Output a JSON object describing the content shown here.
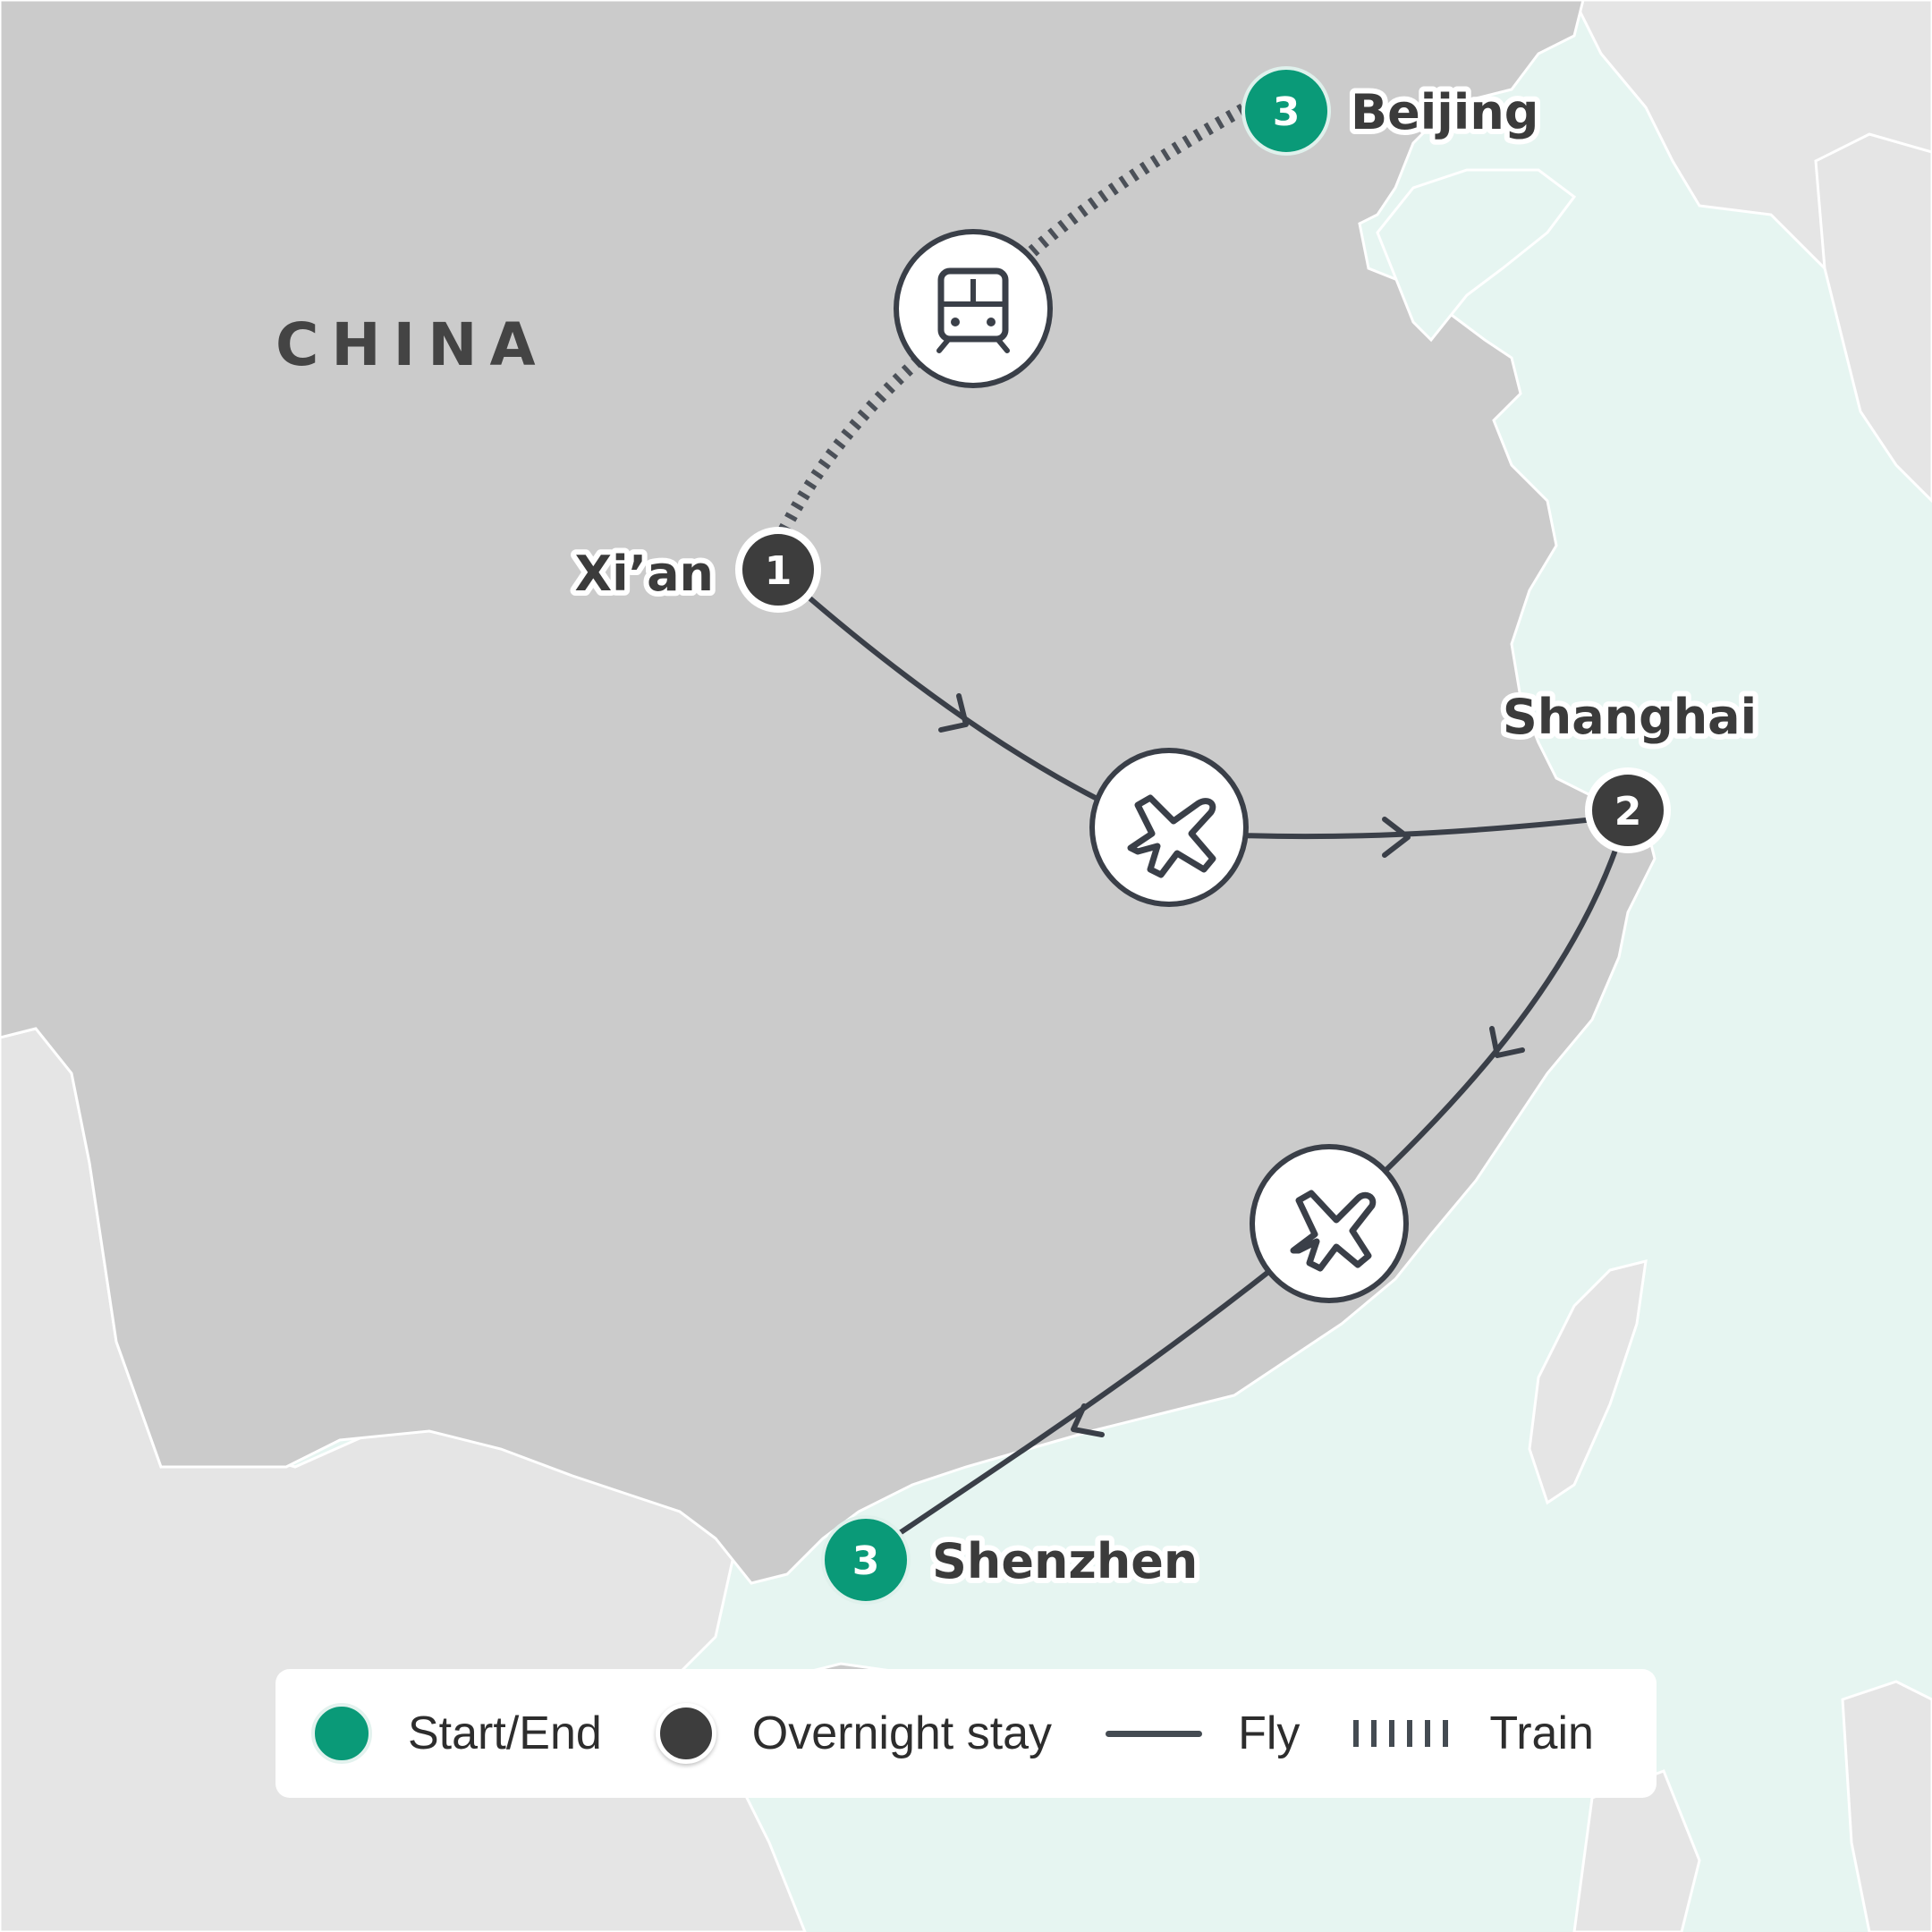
{
  "map": {
    "country_label": "CHINA",
    "cities": [
      {
        "name": "Beijing",
        "nights": "3",
        "type": "start-end"
      },
      {
        "name": "Xi’an",
        "nights": "1",
        "type": "overnight"
      },
      {
        "name": "Shanghai",
        "nights": "2",
        "type": "overnight"
      },
      {
        "name": "Shenzhen",
        "nights": "3",
        "type": "start-end"
      }
    ],
    "legs": [
      {
        "from": "Beijing",
        "to": "Xi’an",
        "mode": "Train",
        "icon": "train-icon"
      },
      {
        "from": "Xi’an",
        "to": "Shanghai",
        "mode": "Fly",
        "icon": "airplane-icon"
      },
      {
        "from": "Shanghai",
        "to": "Shenzhen",
        "mode": "Fly",
        "icon": "airplane-icon"
      }
    ],
    "colors": {
      "land_china": "#cbcbcb",
      "land_other": "#e5e5e5",
      "sea": "#e6f5f1",
      "route": "#3a3f48",
      "start_end": "#0a9a78",
      "overnight": "#3d3d3d"
    }
  },
  "legend": {
    "start_end": "Start/End",
    "overnight": "Overnight stay",
    "fly": "Fly",
    "train": "Train"
  }
}
